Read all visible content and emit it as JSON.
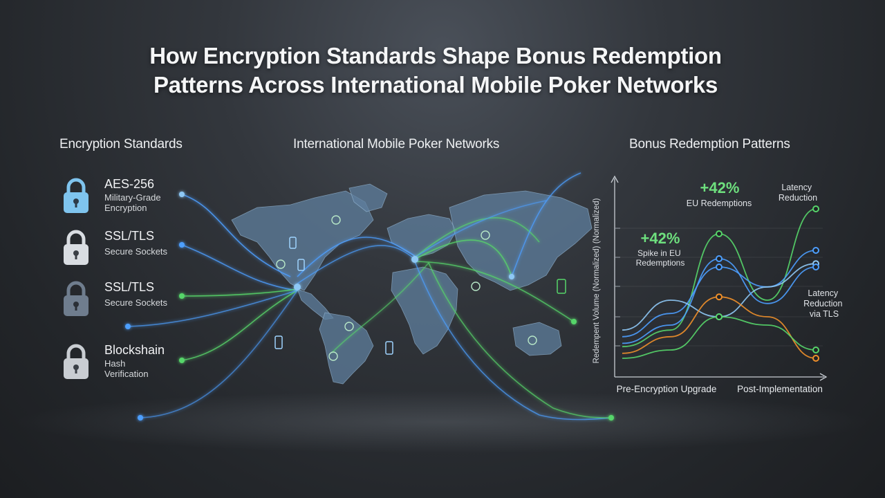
{
  "title": {
    "line1": "How Encryption Standards Shape Bonus Redemption",
    "line2": "Patterns Across International Mobile Poker Networks"
  },
  "sections": {
    "encryption": "Encryption Standards",
    "networks": "International Mobile Poker Networks",
    "redemption": "Bonus Redemption Patterns"
  },
  "encryption_items": [
    {
      "title": "AES-256",
      "subtitle": "Military-Grade Encryption",
      "icon": "lock-icon",
      "color": "#7fc4ee"
    },
    {
      "title": "SSL/TLS",
      "subtitle": "Secure Sockets",
      "icon": "lock-icon",
      "color": "#d9dde2"
    },
    {
      "title": "SSL/TLS",
      "subtitle": "Secure Sockets",
      "icon": "lock-icon",
      "color": "#6f7d8e"
    },
    {
      "title": "Blockshain",
      "subtitle": "Hash Verification",
      "icon": "lock-icon",
      "color": "#c9cdd2"
    }
  ],
  "colors": {
    "blue": "#4d9fff",
    "green": "#57d66a",
    "orange": "#f0902a",
    "lightblue": "#8ec8f5",
    "map": "#5f7f9e"
  },
  "chart_data": {
    "type": "line",
    "title": "",
    "ylabel": "Redempent Volume (Normalized) (Normalized)",
    "x": [
      "Pre-Encryption Upgrade",
      "",
      "",
      "",
      "Post-Implementation"
    ],
    "series": [
      {
        "color": "#57d66a",
        "values": [
          12,
          22,
          80,
          40,
          95
        ]
      },
      {
        "color": "#4d9fff",
        "values": [
          18,
          32,
          60,
          48,
          70
        ]
      },
      {
        "color": "#8ec8f5",
        "values": [
          22,
          40,
          30,
          48,
          62
        ]
      },
      {
        "color": "#f0902a",
        "values": [
          8,
          18,
          42,
          30,
          5
        ]
      },
      {
        "color": "#57d66a",
        "values": [
          5,
          10,
          30,
          25,
          10
        ]
      },
      {
        "color": "#4d9fff",
        "values": [
          14,
          25,
          65,
          38,
          60
        ]
      }
    ],
    "annotations": [
      {
        "label": "+42%",
        "text": "EU Redemptions"
      },
      {
        "label": "+42%",
        "text": "Spike in EU Redemptions"
      },
      {
        "text": "Latency Reduction"
      },
      {
        "text": "Latency Reduction via TLS"
      }
    ]
  }
}
